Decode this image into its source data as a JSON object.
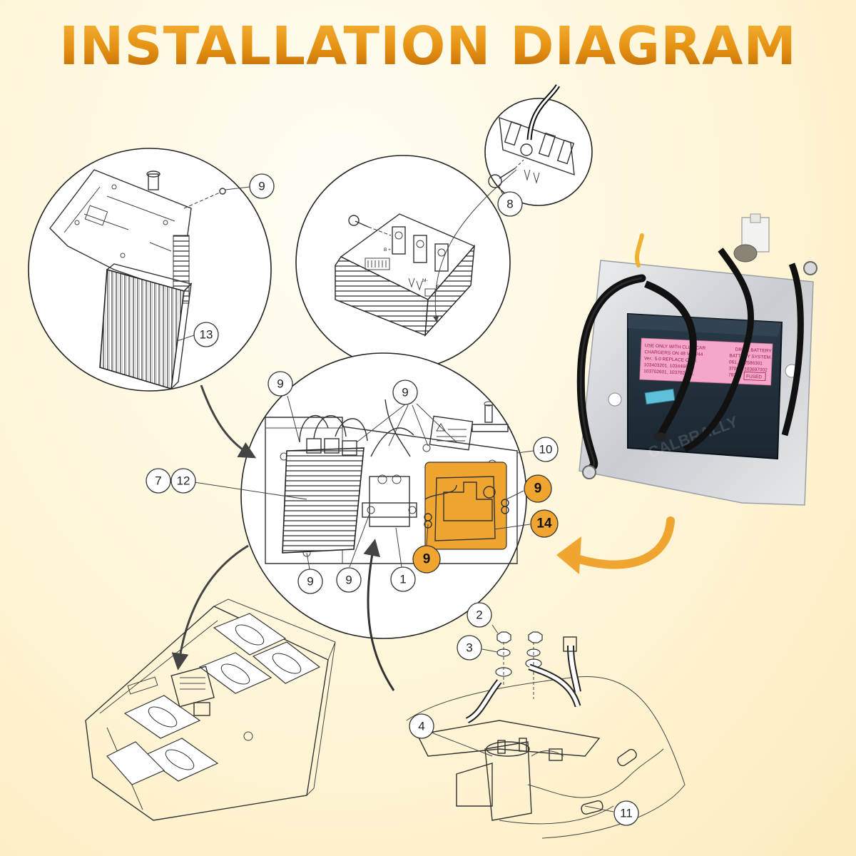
{
  "title": "INSTALLATION DIAGRAM",
  "colors": {
    "accent": "#f0a530",
    "title_gradient_top": "#f6b53a",
    "title_gradient_bottom": "#b5650a",
    "background": "#fff7dc",
    "label_pink": "#f4a7c9"
  },
  "callouts": {
    "c9_top": "9",
    "c8": "8",
    "c13": "13",
    "c9_mid_left": "9",
    "c9_mid_right": "9",
    "c10": "10",
    "c7": "7",
    "c12": "12",
    "c9_hl_a": "9",
    "c14": "14",
    "c9_hl_b": "9",
    "c9_bottom_a": "9",
    "c9_bottom_b": "9",
    "c1": "1",
    "c2": "2",
    "c3": "3",
    "c4": "4",
    "c11": "11"
  },
  "product_label": {
    "line1": "USE ONLY WITH CLUB CAR",
    "line1b": "DRIVE BATTERY",
    "line2": "CHARGERS ON 48 VDC/44",
    "line2b": "BATTERY SYSTEM.",
    "line3": "Ver.: 5.0   REPLACE OEM:",
    "line3b": "061, 102586301",
    "line4": "103403201, 103446601,",
    "line4b": "37001, 103697002",
    "line5": "103702601, 103702604,",
    "line5b": "78302",
    "fused": "FUSED",
    "watermark": "CALBRALLY"
  }
}
